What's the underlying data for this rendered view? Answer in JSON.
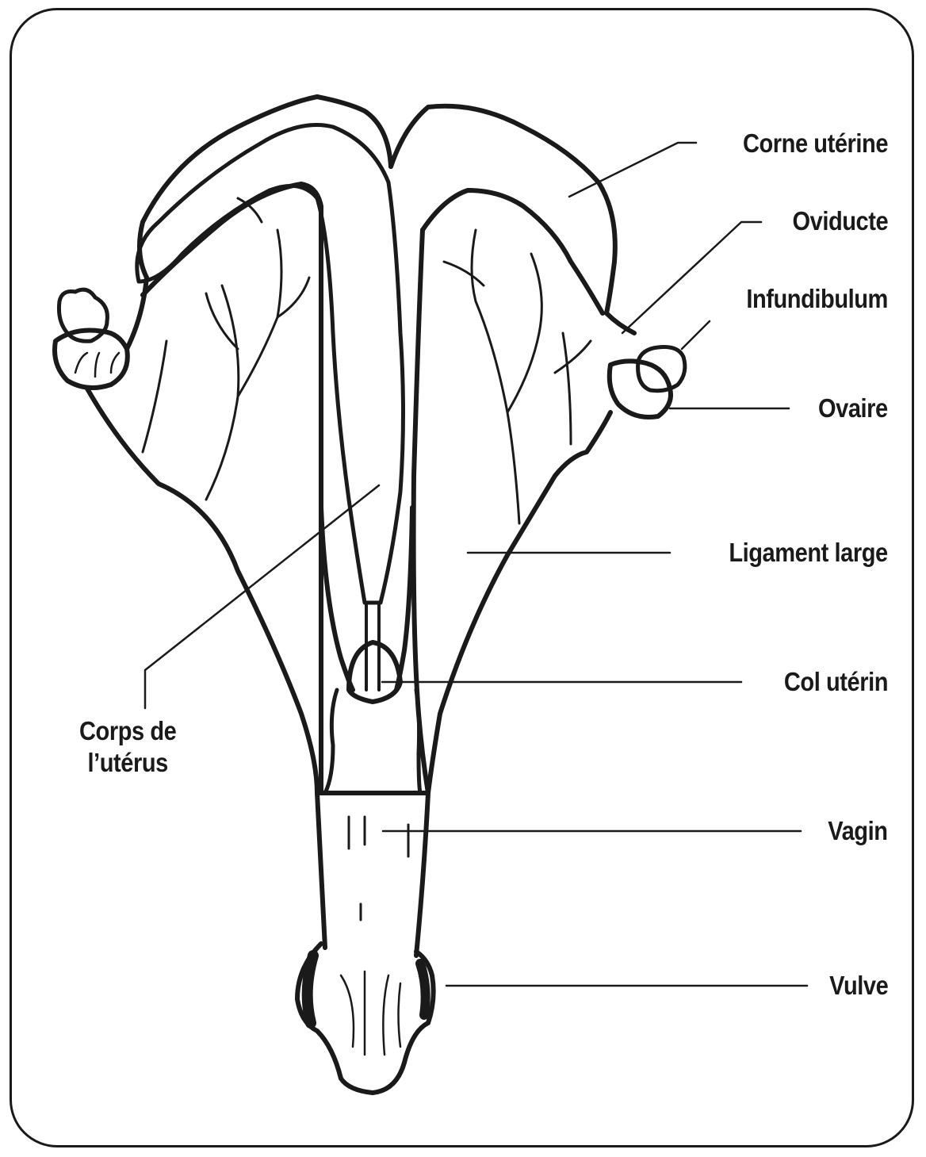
{
  "labels": {
    "corne_uterine": "Corne utérine",
    "oviducte": "Oviducte",
    "infundibulum": "Infundibulum",
    "ovaire": "Ovaire",
    "ligament_large": "Ligament large",
    "col_uterin": "Col utérin",
    "vagin": "Vagin",
    "vulve": "Vulve",
    "corps_line1": "Corps de",
    "corps_line2": "l’utérus"
  },
  "colors": {
    "ink": "#1a1a1a",
    "background": "#ffffff"
  }
}
